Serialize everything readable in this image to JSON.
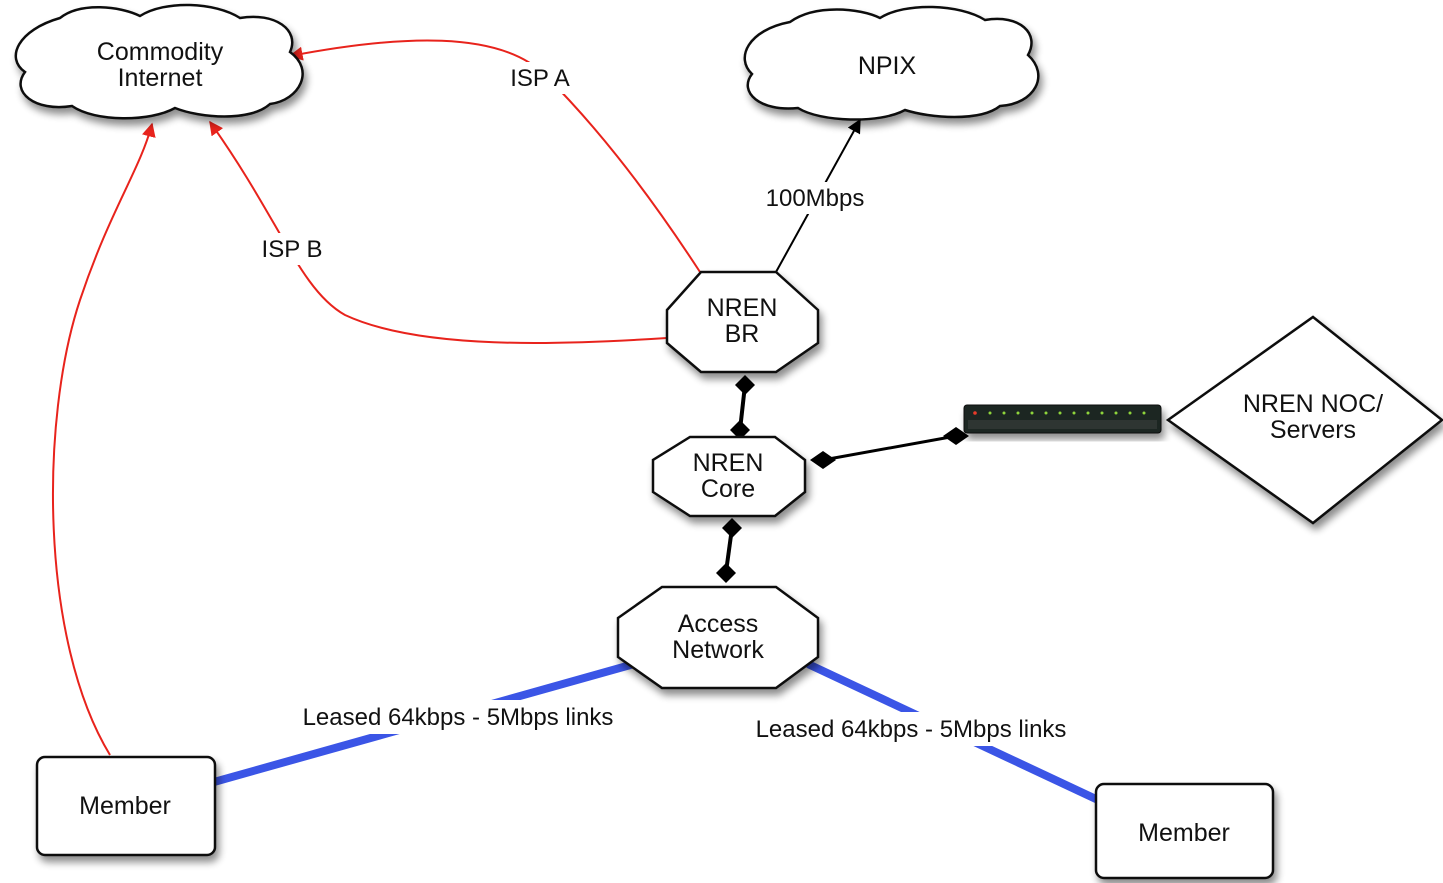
{
  "nodes": {
    "commodity_internet": {
      "line1": "Commodity",
      "line2": "Internet"
    },
    "npix": {
      "label": "NPIX"
    },
    "nren_br": {
      "line1": "NREN",
      "line2": "BR"
    },
    "nren_core": {
      "line1": "NREN",
      "line2": "Core"
    },
    "access_network": {
      "line1": "Access",
      "line2": "Network"
    },
    "nren_noc": {
      "line1": "NREN NOC/",
      "line2": "Servers"
    },
    "member_left": {
      "label": "Member"
    },
    "member_right": {
      "label": "Member"
    }
  },
  "edges": {
    "isp_a": {
      "label": "ISP A"
    },
    "isp_b": {
      "label": "ISP B"
    },
    "uplink_npix": {
      "label": "100Mbps"
    },
    "leased_left": {
      "label": "Leased 64kbps - 5Mbps links"
    },
    "leased_right": {
      "label": "Leased 64kbps - 5Mbps links"
    }
  },
  "colors": {
    "isp_link": "#e8231c",
    "leased_link": "#3b55e6",
    "backbone_link": "#000000",
    "node_fill": "#ffffff",
    "node_stroke": "#111111",
    "switch_body": "#1f2522",
    "switch_led": "#8fd63a"
  },
  "icons": [
    "cloud-icon",
    "octagon-router-icon",
    "network-switch-icon",
    "diamond-icon",
    "box-icon"
  ]
}
